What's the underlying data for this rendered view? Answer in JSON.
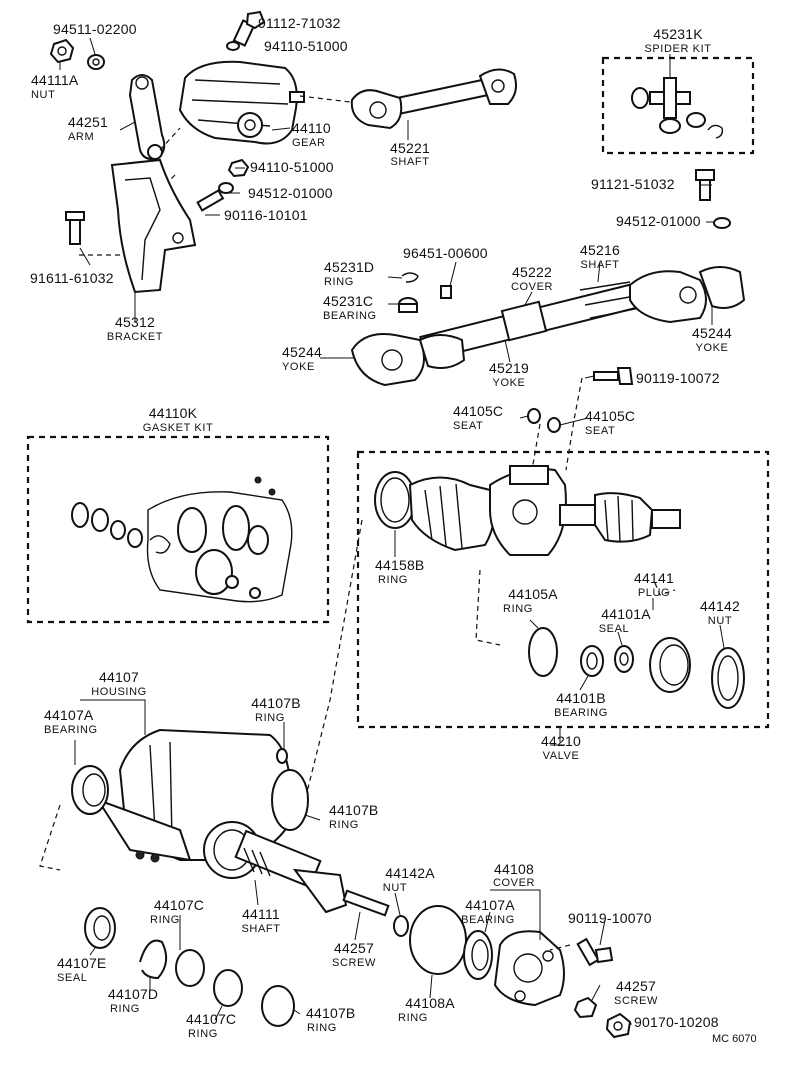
{
  "parts": {
    "p94511": {
      "number": "94511-02200"
    },
    "p91112": {
      "number": "91112-71032"
    },
    "p94110a": {
      "number": "94110-51000"
    },
    "p44111A": {
      "number": "44111A",
      "name": "NUT"
    },
    "p44251": {
      "number": "44251",
      "name": "ARM"
    },
    "p44110": {
      "number": "44110",
      "name": "GEAR"
    },
    "p45221": {
      "number": "45221",
      "name": "SHAFT"
    },
    "p45231K": {
      "number": "45231K",
      "name": "SPIDER KIT"
    },
    "p94110b": {
      "number": "94110-51000"
    },
    "p94512a": {
      "number": "94512-01000"
    },
    "p90116": {
      "number": "90116-10101"
    },
    "p91121": {
      "number": "91121-51032"
    },
    "p94512b": {
      "number": "94512-01000"
    },
    "p91611": {
      "number": "91611-61032"
    },
    "p45312": {
      "number": "45312",
      "name": "BRACKET"
    },
    "p96451": {
      "number": "96451-00600"
    },
    "p45231D": {
      "number": "45231D",
      "name": "RING"
    },
    "p45231C": {
      "number": "45231C",
      "name": "BEARING"
    },
    "p45222": {
      "number": "45222",
      "name": "COVER"
    },
    "p45216": {
      "number": "45216",
      "name": "SHAFT"
    },
    "p45244a": {
      "number": "45244",
      "name": "YOKE"
    },
    "p45244b": {
      "number": "45244",
      "name": "YOKE"
    },
    "p45219": {
      "number": "45219",
      "name": "YOKE"
    },
    "p90119a": {
      "number": "90119-10072"
    },
    "p44105Ca": {
      "number": "44105C",
      "name": "SEAT"
    },
    "p44105Cb": {
      "number": "44105C",
      "name": "SEAT"
    },
    "p44110K": {
      "number": "44110K",
      "name": "GASKET KIT"
    },
    "p44158B": {
      "number": "44158B",
      "name": "RING"
    },
    "p44141": {
      "number": "44141",
      "name": "PLUG"
    },
    "p44105A": {
      "number": "44105A",
      "name": "RING"
    },
    "p44101A": {
      "number": "44101A",
      "name": "SEAL"
    },
    "p44142": {
      "number": "44142",
      "name": "NUT"
    },
    "p44101B": {
      "number": "44101B",
      "name": "BEARING"
    },
    "p44210": {
      "number": "44210",
      "name": "VALVE"
    },
    "p44107": {
      "number": "44107",
      "name": "HOUSING"
    },
    "p44107A1": {
      "number": "44107A",
      "name": "BEARING"
    },
    "p44107B1": {
      "number": "44107B",
      "name": "RING"
    },
    "p44107B2": {
      "number": "44107B",
      "name": "RING"
    },
    "p44142A": {
      "number": "44142A",
      "name": "NUT"
    },
    "p44108": {
      "number": "44108",
      "name": "COVER"
    },
    "p44107A2": {
      "number": "44107A",
      "name": "BEARING"
    },
    "p44111": {
      "number": "44111",
      "name": "SHAFT"
    },
    "p44257a": {
      "number": "44257",
      "name": "SCREW"
    },
    "p90119b": {
      "number": "90119-10070"
    },
    "p44107C1": {
      "number": "44107C",
      "name": "RING"
    },
    "p44107E": {
      "number": "44107E",
      "name": "SEAL"
    },
    "p44107D": {
      "number": "44107D",
      "name": "RING"
    },
    "p44107C2": {
      "number": "44107C",
      "name": "RING"
    },
    "p44107B3": {
      "number": "44107B",
      "name": "RING"
    },
    "p44108A": {
      "number": "44108A",
      "name": "RING"
    },
    "p44257b": {
      "number": "44257",
      "name": "SCREW"
    },
    "p90170": {
      "number": "90170-10208"
    }
  },
  "diagram_code": "MC 6070"
}
